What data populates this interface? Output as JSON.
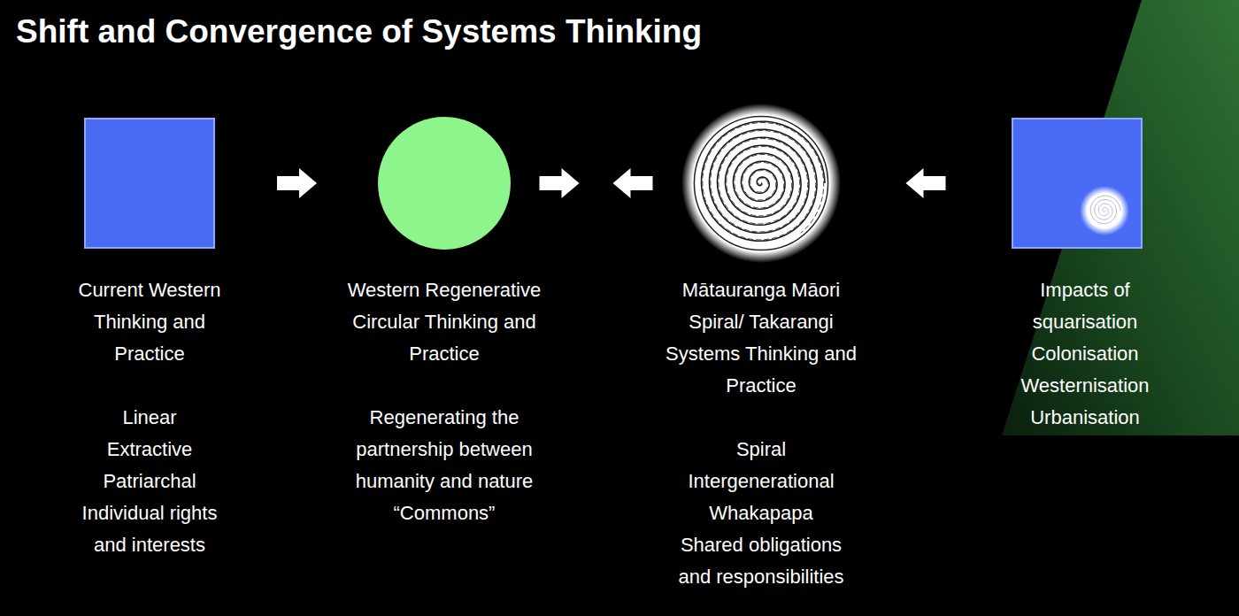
{
  "diagram": {
    "title": "Shift and Convergence of Systems Thinking",
    "nodes": [
      {
        "text": [
          "Current Western Thinking and Practice",
          "Linear Extractive Patriarchal Individual rights and interests"
        ]
      },
      {
        "text": [
          "Western Regenerative Circular Thinking and Practice",
          "Regenerating the partnership between humanity and nature “Commons”"
        ]
      },
      {
        "text": [
          "Mātauranga Māori Spiral/ Takarangi Systems Thinking and Practice",
          "Spiral Intergenerational Whakapapa Shared obligations and responsibilities"
        ]
      },
      {
        "text": [
          "Impacts of squarisation Colonisation Westernisation Urbanisation"
        ]
      }
    ],
    "edges": [
      {
        "from": 0,
        "to": 1,
        "arrow": "to"
      },
      {
        "from": 1,
        "to": 2,
        "arrow": "both"
      },
      {
        "from": 3,
        "to": 2,
        "arrow": "to"
      }
    ]
  }
}
